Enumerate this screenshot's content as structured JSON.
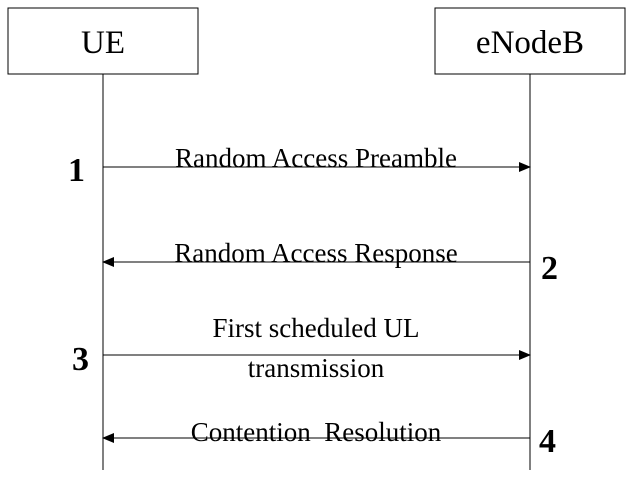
{
  "participants": {
    "left": "UE",
    "right": "eNodeB"
  },
  "messages": [
    {
      "step": "1",
      "direction": "to-right",
      "lines": [
        "Random Access Preamble"
      ]
    },
    {
      "step": "2",
      "direction": "to-left",
      "lines": [
        "Random Access Response"
      ]
    },
    {
      "step": "3",
      "direction": "to-right",
      "lines": [
        "First scheduled UL",
        "transmission"
      ]
    },
    {
      "step": "4",
      "direction": "to-left",
      "lines": [
        "Contention  Resolution"
      ]
    }
  ]
}
